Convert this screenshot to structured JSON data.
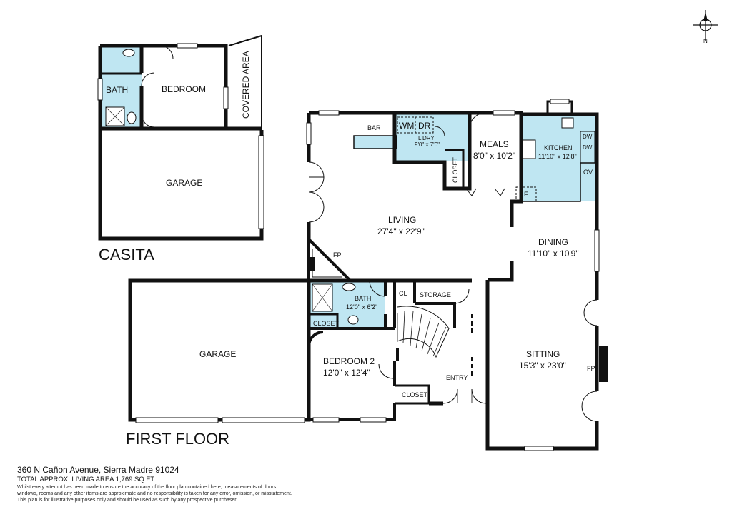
{
  "compass": {
    "north": "N"
  },
  "casita": {
    "title": "CASITA",
    "rooms": {
      "bath": "BATH",
      "bedroom": "BEDROOM",
      "covered": "COVERED AREA",
      "garage": "GARAGE"
    }
  },
  "first_floor": {
    "title": "FIRST FLOOR",
    "rooms": {
      "bar": "BAR",
      "wm": "WM",
      "dr": "DR",
      "laundry": "L'DRY",
      "laundry_dim": "9'0\" x 7'0\"",
      "meals": "MEALS",
      "meals_dim": "8'0\" x 10'2\"",
      "kitchen": "KITCHEN",
      "kitchen_dim": "11'10\" x 12'8\"",
      "dw1": "DW",
      "dw2": "DW",
      "ov": "OV",
      "f": "F",
      "closet_vertical": "CLOSET",
      "living": "LIVING",
      "living_dim": "27'4\" x 22'9\"",
      "fp_living": "FP",
      "dining": "DINING",
      "dining_dim": "11'10\" x 10'9\"",
      "bath": "BATH",
      "bath_dim": "12'0\" x 6'2\"",
      "cl": "CL",
      "storage": "STORAGE",
      "closet_bath": "CLOSET",
      "garage": "GARAGE",
      "bedroom2": "BEDROOM 2",
      "bedroom2_dim": "12'0\" x 12'4\"",
      "closet_bed": "CLOSET",
      "entry": "ENTRY",
      "sitting": "SITTING",
      "sitting_dim": "15'3\" x 23'0\"",
      "fp_sitting": "FP"
    }
  },
  "footer": {
    "address": "360 N Cañon Avenue, Sierra Madre 91024",
    "total_area": "TOTAL APPROX. LIVING AREA 1,769 SQ.FT",
    "disclaimer_1": "Whilst every attempt has been made to ensure the accuracy of the floor plan contained here, measurements of doors,",
    "disclaimer_2": "windows, rooms and any other items are approximate and no responsibility is taken for any error, omission, or misstatement.",
    "disclaimer_3": "This plan is for illustrative purposes only and should be used as such by any prospective purchaser."
  }
}
